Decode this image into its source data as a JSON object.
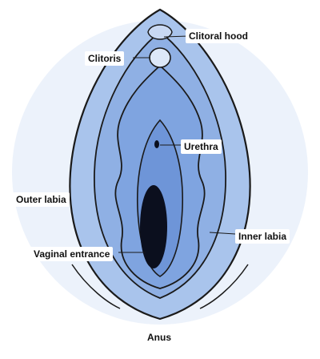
{
  "labels": {
    "clitoral_hood": "Clitoral hood",
    "clitoris": "Clitoris",
    "urethra": "Urethra",
    "outer_labia": "Outer labia",
    "inner_labia": "Inner labia",
    "vaginal_entrance": "Vaginal entrance",
    "anus": "Anus"
  },
  "colors": {
    "outer_fill": "#a9c4ec",
    "mid_fill": "#7fa4e0",
    "inner_fill": "#6e95d8",
    "core_fill": "#5f88d0",
    "opening": "#0b0f1e",
    "outline": "#1a1a1a",
    "wash": "#e4edf9"
  }
}
